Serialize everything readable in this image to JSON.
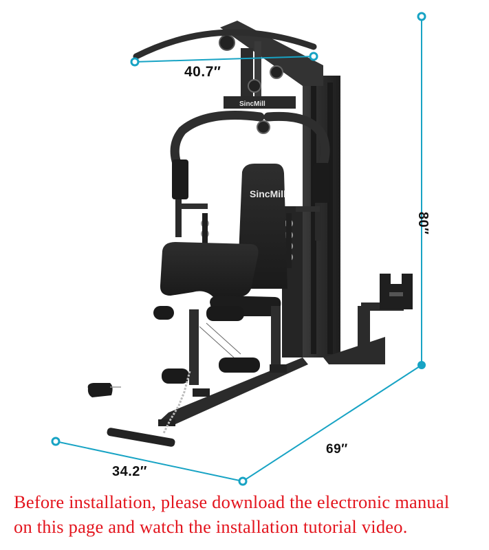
{
  "product": {
    "brand": "SincMill",
    "type": "home gym multi-station",
    "colors": {
      "frame": "#2a2a2a",
      "pad": "#1c1c1c",
      "dimension_line": "#17a3c4",
      "notice_text": "#e3141d"
    }
  },
  "dimensions": {
    "top_bar_width": "40.7″",
    "height": "80″",
    "depth": "69″",
    "base_width": "34.2″"
  },
  "logos": {
    "top_plate": "SincMill",
    "backrest": "SincMill"
  },
  "notice": {
    "line1": "Before installation, please download the electronic manual",
    "line2": "on this page and watch the installation tutorial video."
  }
}
